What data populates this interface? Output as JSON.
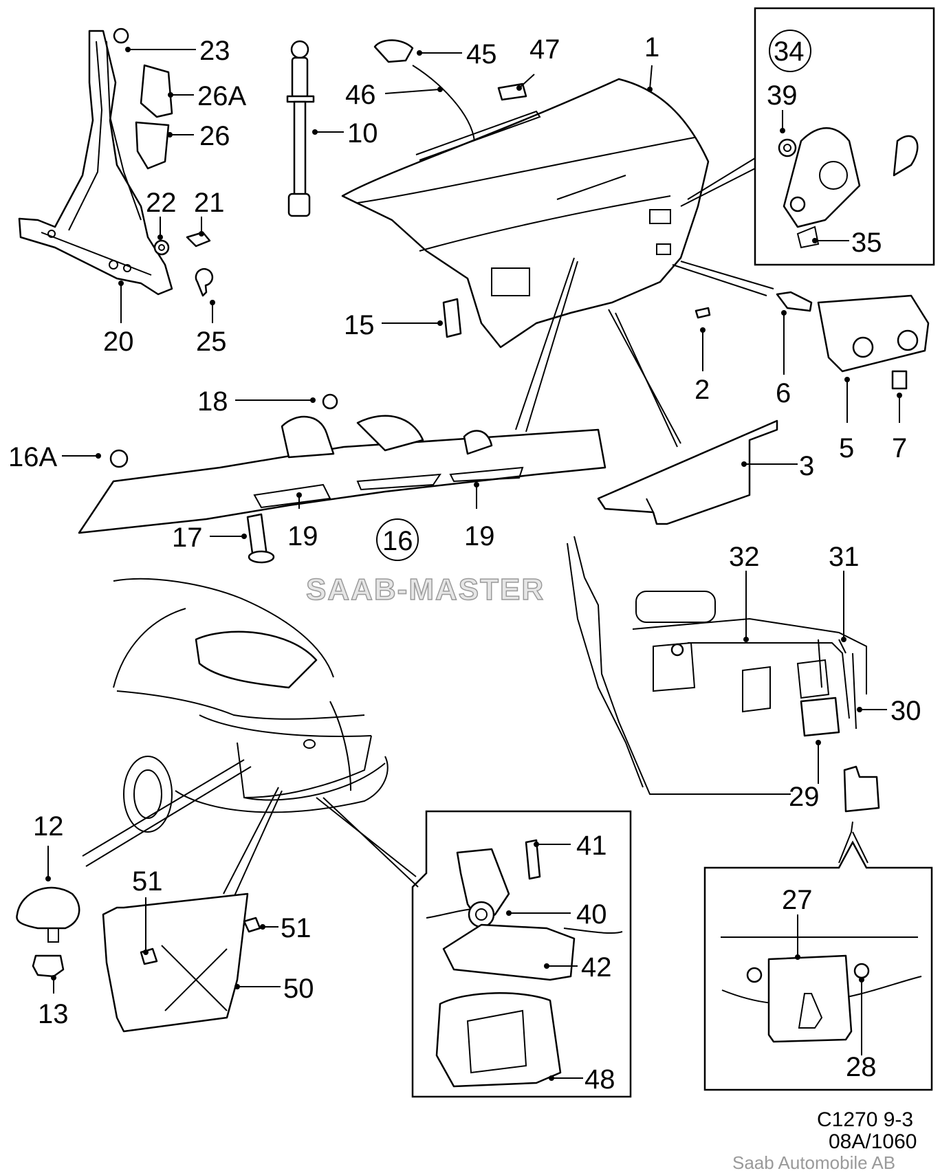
{
  "watermark": "SAAB-MASTER",
  "footer": {
    "code_line1": "C1270 9-3",
    "code_line2": "08A/1060",
    "copyright": "Saab Automobile AB"
  },
  "labels": {
    "p1": "1",
    "p2": "2",
    "p3": "3",
    "p5": "5",
    "p6": "6",
    "p7": "7",
    "p10": "10",
    "p12": "12",
    "p13": "13",
    "p15": "15",
    "p16": "16",
    "p16A": "16A",
    "p17": "17",
    "p18": "18",
    "p19a": "19",
    "p19b": "19",
    "p20": "20",
    "p21": "21",
    "p22": "22",
    "p23": "23",
    "p25": "25",
    "p26": "26",
    "p26A": "26A",
    "p27": "27",
    "p28": "28",
    "p29": "29",
    "p30": "30",
    "p31": "31",
    "p32": "32",
    "p34": "34",
    "p35": "35",
    "p39": "39",
    "p40": "40",
    "p41": "41",
    "p42": "42",
    "p45": "45",
    "p46": "46",
    "p47": "47",
    "p48": "48",
    "p50": "50",
    "p51a": "51",
    "p51b": "51"
  }
}
